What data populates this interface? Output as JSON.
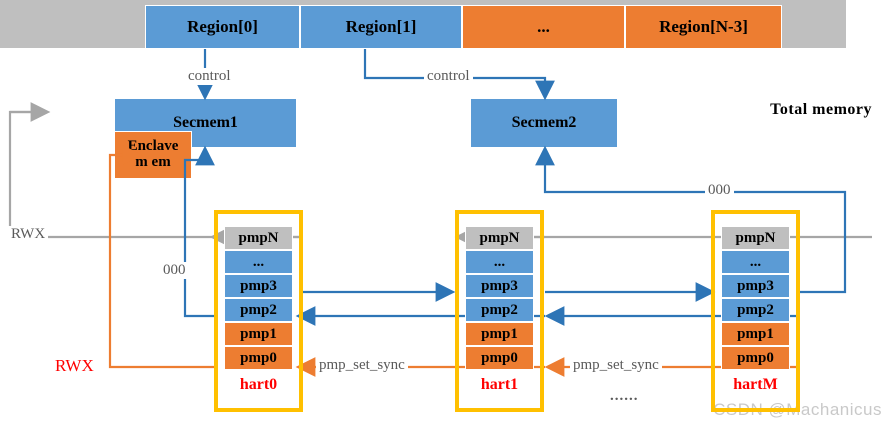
{
  "diagram": {
    "title": "RISC-V PMP multi-hart secure memory region mapping",
    "watermark": "CSDN @Machanicus",
    "colors": {
      "blue": "#5B9BD5",
      "orange": "#ED7D31",
      "gray": "#BFBFBF",
      "gold": "#FFC000",
      "red": "#FF0000",
      "wire_gray": "#A6A6A6"
    }
  },
  "regions": [
    {
      "label": "Region[0]",
      "color": "blue"
    },
    {
      "label": "Region[1]",
      "color": "blue"
    },
    {
      "label": "...",
      "color": "orange"
    },
    {
      "label": "Region[N-3]",
      "color": "orange"
    }
  ],
  "memory": {
    "total_label": "Total memory",
    "secmem1": "Secmem1",
    "secmem2": "Secmem2",
    "enclave_line1": "Enclave",
    "enclave_line2": "m em"
  },
  "edge_labels": {
    "control_1": "control",
    "control_2": "control",
    "rwx_gray": "RWX",
    "rwx_red": "RWX",
    "perm_000_left": "000",
    "perm_000_right": "000",
    "pmp_set_sync_1": "pmp_set_sync",
    "pmp_set_sync_2": "pmp_set_sync",
    "hart_ellipsis": "......"
  },
  "harts": [
    {
      "name": "hart0",
      "entries": [
        {
          "label": "pmpN",
          "color": "gray"
        },
        {
          "label": "...",
          "color": "blue"
        },
        {
          "label": "pmp3",
          "color": "blue"
        },
        {
          "label": "pmp2",
          "color": "blue"
        },
        {
          "label": "pmp1",
          "color": "orange"
        },
        {
          "label": "pmp0",
          "color": "orange"
        }
      ]
    },
    {
      "name": "hart1",
      "entries": [
        {
          "label": "pmpN",
          "color": "gray"
        },
        {
          "label": "...",
          "color": "blue"
        },
        {
          "label": "pmp3",
          "color": "blue"
        },
        {
          "label": "pmp2",
          "color": "blue"
        },
        {
          "label": "pmp1",
          "color": "orange"
        },
        {
          "label": "pmp0",
          "color": "orange"
        }
      ]
    },
    {
      "name": "hartM",
      "entries": [
        {
          "label": "pmpN",
          "color": "gray"
        },
        {
          "label": "...",
          "color": "blue"
        },
        {
          "label": "pmp3",
          "color": "blue"
        },
        {
          "label": "pmp2",
          "color": "blue"
        },
        {
          "label": "pmp1",
          "color": "orange"
        },
        {
          "label": "pmp0",
          "color": "orange"
        }
      ]
    }
  ]
}
